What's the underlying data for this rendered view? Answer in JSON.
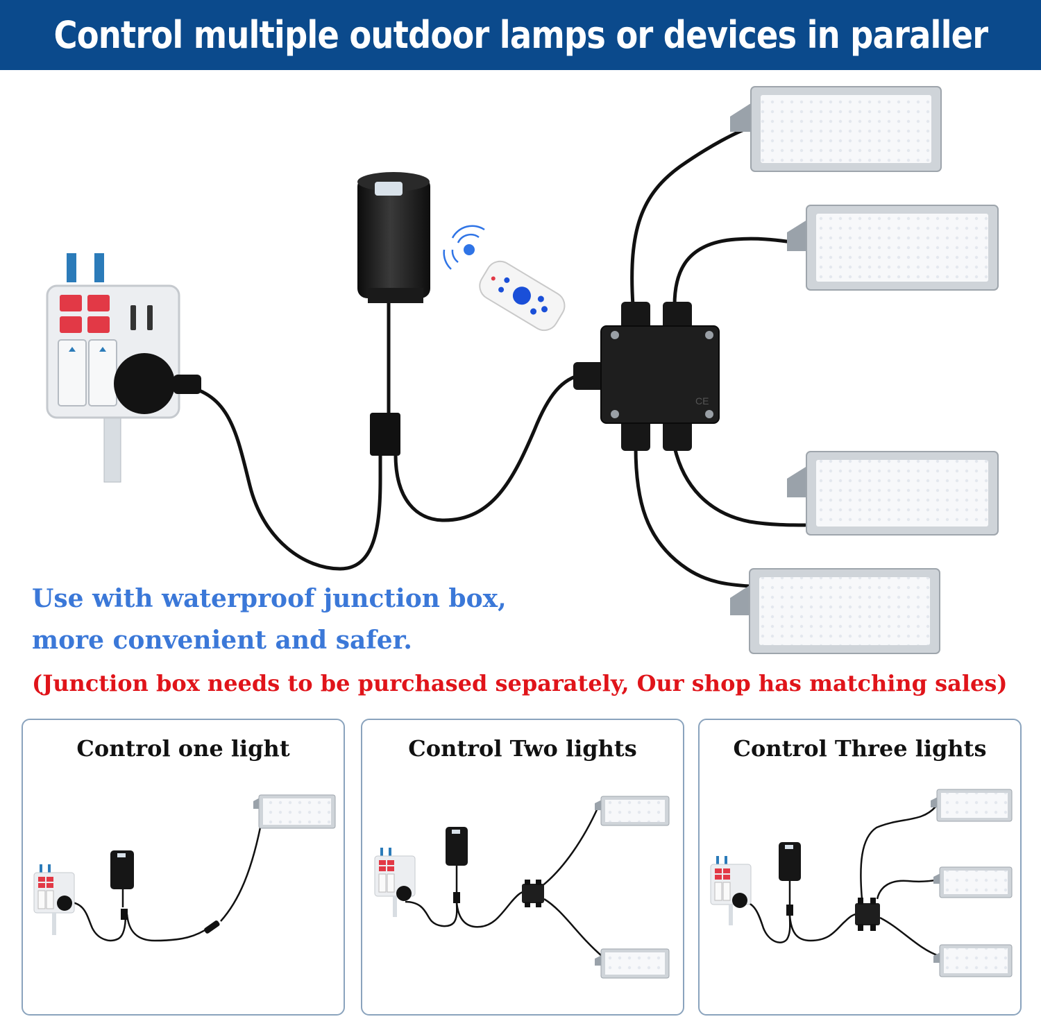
{
  "header": {
    "title": "Control multiple outdoor lamps or devices in paraller"
  },
  "colors": {
    "banner": "#0b4a8c",
    "caption_blue": "#3b78d8",
    "caption_red": "#e0141a"
  },
  "captions": {
    "line1": "Use with waterproof junction box,",
    "line2": "more convenient and safer.",
    "note": "(Junction box needs to be purchased separately, Our shop has matching sales)"
  },
  "junction_box_label": "CE",
  "panels": [
    {
      "title": "Control one light"
    },
    {
      "title": "Control Two lights"
    },
    {
      "title": "Control Three lights"
    }
  ]
}
